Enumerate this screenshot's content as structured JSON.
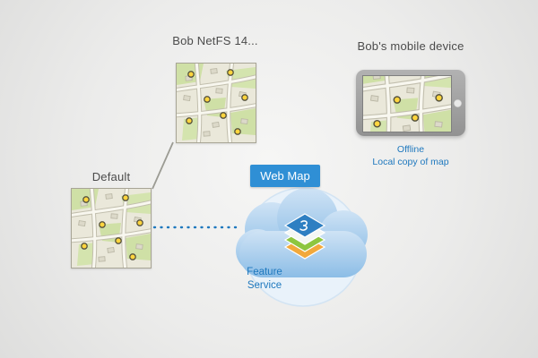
{
  "diagram": {
    "bob_map": {
      "label": "Bob NetFS 14..."
    },
    "mobile": {
      "label": "Bob's mobile device",
      "offline": "Offline",
      "local_copy": "Local copy of map"
    },
    "default_map": {
      "label": "Default"
    },
    "cloud": {
      "web_map": "Web Map",
      "feature_service": "Feature Service"
    }
  },
  "colors": {
    "accent_blue": "#1e78be",
    "web_map_bg": "#2f8fd5",
    "label_gray": "#4b4b4b"
  }
}
